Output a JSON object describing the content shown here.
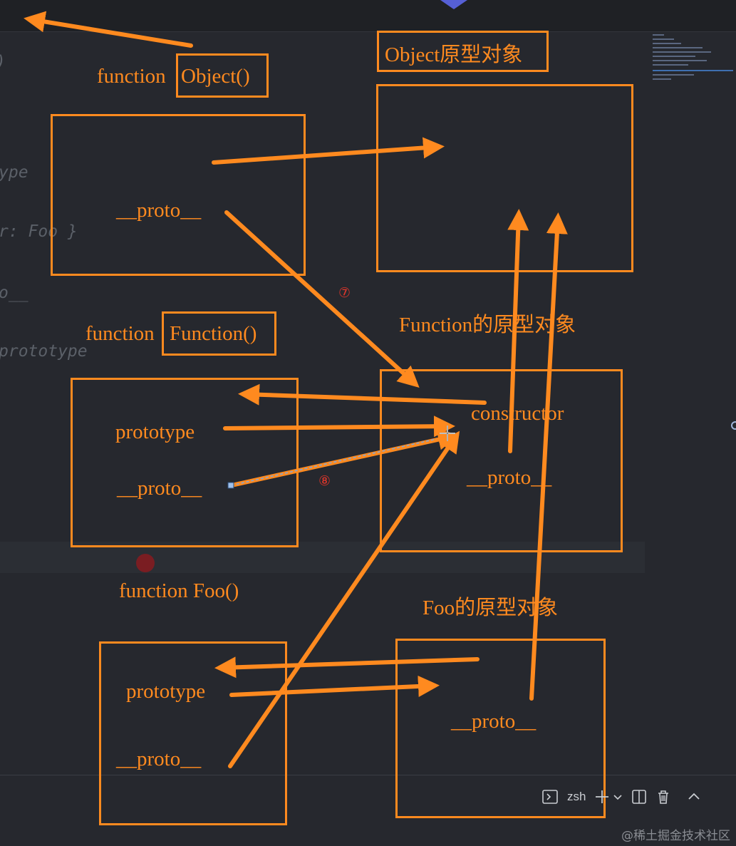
{
  "diagram": {
    "labels": {
      "fn_object_prefix": "function",
      "fn_object_name": "Object()",
      "object_prototype_title": "Object原型对象",
      "fn_function_prefix": "function",
      "fn_function_name": "Function()",
      "function_prototype_title": "Function的原型对象",
      "fn_foo": "function Foo()",
      "foo_prototype_title": "Foo的原型对象",
      "proto_1": "__proto__",
      "proto_2": "__proto__",
      "proto_3": "__proto__",
      "proto_4": "__proto__",
      "proto_5": "__proto__",
      "prototype_1": "prototype",
      "prototype_2": "prototype",
      "constructor": "constructor",
      "marker_7": "⑦",
      "marker_8": "⑧"
    },
    "colors": {
      "accent": "#ff8a1f",
      "marker": "#e0362b",
      "background": "#26282e"
    }
  },
  "background_code": {
    "line_1": ")",
    "line_2": "ype",
    "line_3": "r: Foo }",
    "line_4": "o__",
    "line_5": "prototype"
  },
  "terminal": {
    "shell_label": "zsh",
    "icons": [
      "terminal-icon",
      "plus-icon",
      "chevron-down-icon",
      "split-icon",
      "trash-icon",
      "chevron-up-icon"
    ]
  },
  "watermark": "@稀土掘金技术社区"
}
